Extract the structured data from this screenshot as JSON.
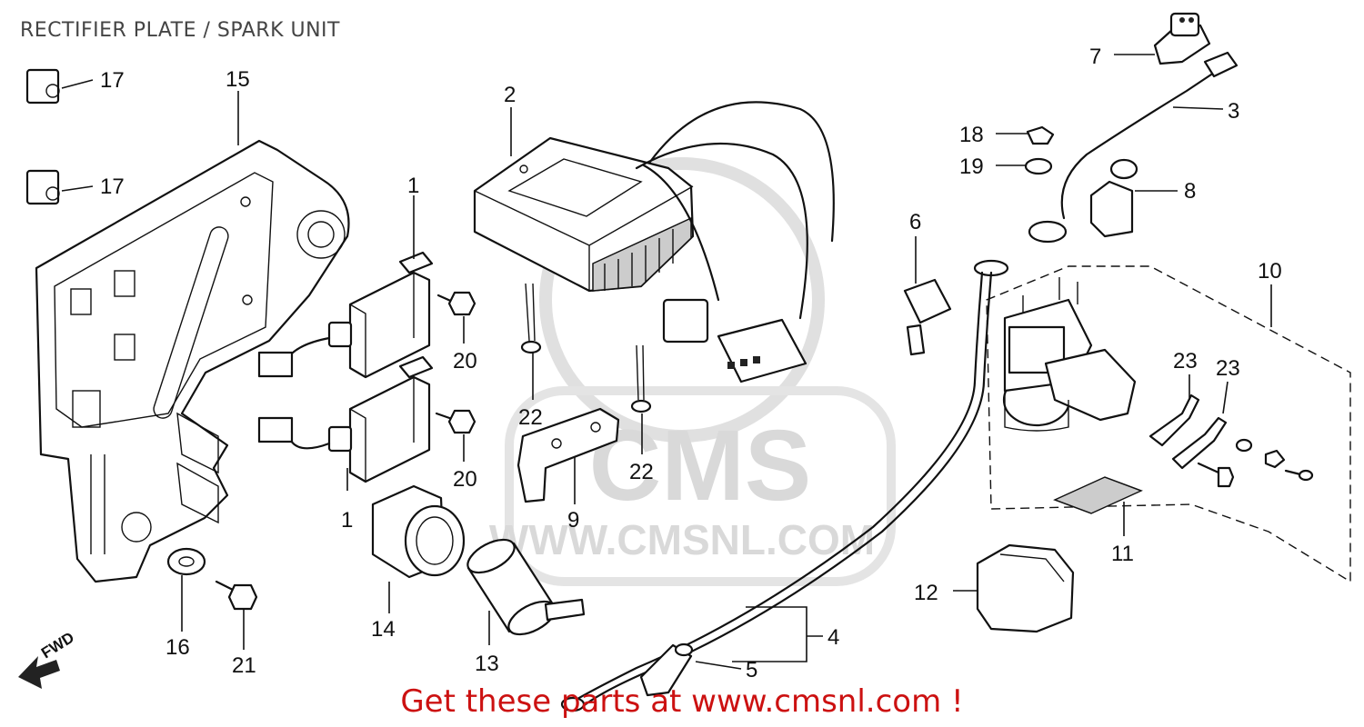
{
  "diagram": {
    "title": "RECTIFIER PLATE / SPARK UNIT",
    "footer": "Get these parts at www.cmsnl.com !",
    "watermark": {
      "brand": "CMS",
      "url": "WWW.CMSNL.COM"
    },
    "direction_marker": "FWD",
    "callouts": {
      "p1a": "1",
      "p1b": "1",
      "p2": "2",
      "p3": "3",
      "p4": "4",
      "p5": "5",
      "p6": "6",
      "p7": "7",
      "p8": "8",
      "p9": "9",
      "p10": "10",
      "p11": "11",
      "p12": "12",
      "p13": "13",
      "p14": "14",
      "p15": "15",
      "p16": "16",
      "p17a": "17",
      "p17b": "17",
      "p18": "18",
      "p19": "19",
      "p20a": "20",
      "p20b": "20",
      "p21": "21",
      "p22a": "22",
      "p22b": "22",
      "p23a": "23",
      "p23b": "23"
    }
  }
}
